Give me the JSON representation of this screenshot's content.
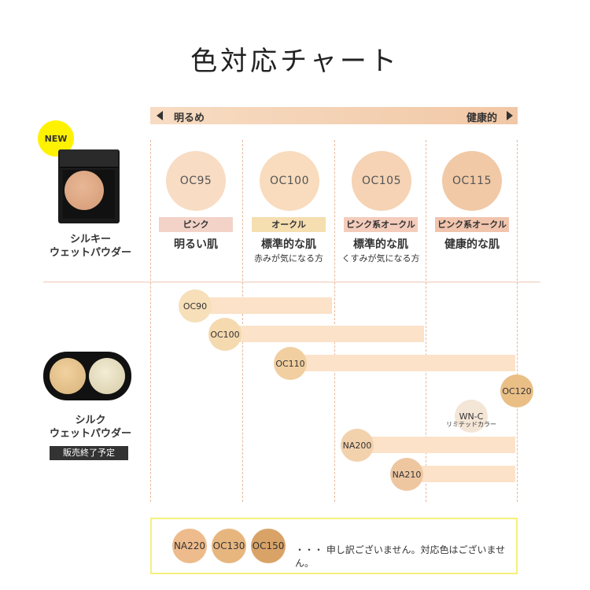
{
  "title": "色対応チャート",
  "scale": {
    "left_label": "明るめ",
    "right_label": "健康的",
    "left_arrow": "◀",
    "right_arrow": "▶"
  },
  "colors": {
    "bar_start": "#f7dcc3",
    "bar_end": "#f1c8a6",
    "new_badge": "#fff200",
    "notice_border": "#f6f07a"
  },
  "product1": {
    "badge": "NEW",
    "name_line1": "シルキー",
    "name_line2": "ウェットパウダー",
    "icon": "compact-case-single"
  },
  "product2": {
    "name_line1": "シルク",
    "name_line2": "ウェットパウダー",
    "status": "販売終了予定",
    "icon": "compact-case-dual"
  },
  "shades_top": [
    {
      "code": "OC95",
      "type": "ピンク",
      "desc": "明るい肌",
      "sub": "",
      "swatch": "#f8dcc4",
      "tag_color": "#f3d2c7"
    },
    {
      "code": "OC100",
      "type": "オークル",
      "desc": "標準的な肌",
      "sub": "赤みが気になる方",
      "swatch": "#f8dcbd",
      "tag_color": "#f5deb0"
    },
    {
      "code": "OC105",
      "type": "ピンク系オークル",
      "desc": "標準的な肌",
      "sub": "くすみが気になる方",
      "swatch": "#f5d3b4",
      "tag_color": "#f4ccbb"
    },
    {
      "code": "OC115",
      "type": "ピンク系オークル",
      "desc": "健康的な肌",
      "sub": "",
      "swatch": "#f1c9a6",
      "tag_color": "#f1c4ad"
    }
  ],
  "shades_bottom": [
    {
      "code": "OC90",
      "note": "",
      "swatch": "#f6dfb9"
    },
    {
      "code": "OC100",
      "note": "",
      "swatch": "#f5d9af"
    },
    {
      "code": "OC110",
      "note": "",
      "swatch": "#f1cfa1"
    },
    {
      "code": "OC120",
      "note": "",
      "swatch": "#eabf86"
    },
    {
      "code": "WN-C",
      "note": "リミテッドカラー",
      "swatch": "#f4e6d6"
    },
    {
      "code": "NA200",
      "note": "",
      "swatch": "#f2d1ad"
    },
    {
      "code": "NA210",
      "note": "",
      "swatch": "#eec7a1"
    }
  ],
  "notice": {
    "shades": [
      {
        "code": "NA220",
        "swatch": "#eebb8c"
      },
      {
        "code": "OC130",
        "swatch": "#e7b67f"
      },
      {
        "code": "OC150",
        "swatch": "#d9a368"
      }
    ],
    "text": "・・・ 申し訳ございません。対応色はございません。"
  }
}
